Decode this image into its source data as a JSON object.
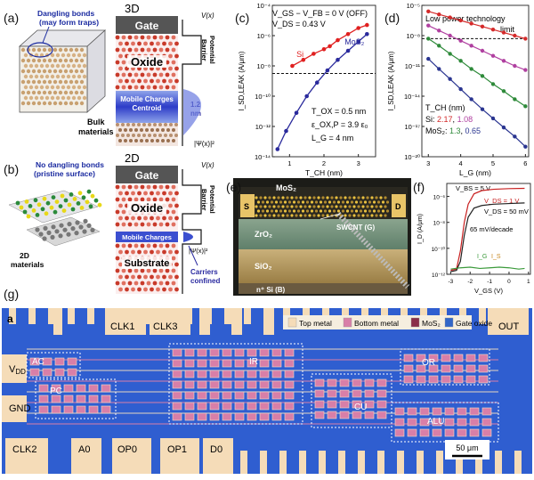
{
  "panels": {
    "a": {
      "label": "(a)",
      "bulk_callout": "Dangling bonds\n(may form traps)",
      "bulk_label": "Bulk\nmaterials",
      "stack_title": "3D",
      "gate": "Gate",
      "oxide": "Oxide",
      "barrier": "Potential\nBarrier",
      "vx": "V(x)",
      "mobile": "Mobile Charges\nCentroid",
      "thickness": "1.2\nnm",
      "psi": "|Ψ(x)|²"
    },
    "b": {
      "label": "(b)",
      "callout": "No dangling bonds\n(pristine surface)",
      "mat_label": "2D\nmaterials",
      "stack_title": "2D",
      "gate": "Gate",
      "oxide": "Oxide",
      "barrier": "Potential\nBarrier",
      "vx": "V(x)",
      "mobile": "Mobile Charges",
      "substrate": "Substrate",
      "psi": "|Ψ(x)|²",
      "confined": "Carriers\nconfined"
    },
    "c": {
      "label": "(c)",
      "annot_top": [
        "V_GS − V_FB = 0 V (OFF)",
        "V_DS = 0.43 V"
      ],
      "annot_params": [
        "T_OX = 0.5 nm",
        "ε_OX,P = 3.9 ε₀",
        "L_G = 4 nm"
      ]
    },
    "d": {
      "label": "(d)",
      "annot_limit": "Low power technology\nlimit",
      "annot_tch_title": "T_CH (nm)",
      "annot_si": "Si: 2.17, 1.08",
      "annot_mos2": "MoS₂: 1.3, 0.65"
    },
    "e": {
      "label": "(e)",
      "mos2": "MoS₂",
      "s": "S",
      "d": "D",
      "zro2": "ZrO₂",
      "swcnt": "SWCNT (G)",
      "sio2": "SiO₂",
      "nsi": "n⁺ Si (B)"
    },
    "f": {
      "label": "(f)",
      "vbs": "V_BS = 5 V",
      "vds1": "V_DS = 1 V",
      "vds2": "V_DS = 50 mV",
      "ss": "65 mV/decade",
      "ig": "I_G",
      "is": "I_S"
    },
    "g": {
      "label": "(g)",
      "sub": "a",
      "legend": [
        "Top metal",
        "Bottom metal",
        "MoS₂",
        "Gate oxide"
      ],
      "legend_colors": [
        "#f5dcb8",
        "#d87fa8",
        "#8a2e48",
        "#3266c8"
      ],
      "pads_top": [
        "CLK1",
        "CLK3",
        "OUT"
      ],
      "pads_left": [
        "V_DD",
        "GND"
      ],
      "pads_bottom": [
        "CLK2",
        "A0",
        "OP0",
        "OP1",
        "D0"
      ],
      "blocks": [
        "AC",
        "PC",
        "IR",
        "CU",
        "OR",
        "ALU"
      ],
      "scalebar": "50 μm"
    }
  },
  "chart_data": [
    {
      "type": "line",
      "panel": "c",
      "xlabel": "T_CH (nm)",
      "ylabel": "I_SD,LEAK (A/μm)",
      "xlim": [
        0.5,
        3.5
      ],
      "ylim_log10": [
        -14,
        -4
      ],
      "xticks": [
        1,
        2,
        3
      ],
      "yticks_log10": [
        -14,
        -12,
        -10,
        -8,
        -6,
        -4
      ],
      "ytick_labels": [
        "10⁻¹⁴",
        "10⁻¹²",
        "10⁻¹⁰",
        "10⁻⁸",
        "10⁻⁶",
        "10⁻⁴"
      ],
      "hline_log10": -8.5,
      "series": [
        {
          "name": "Si",
          "color": "#e02020",
          "x": [
            1.08,
            1.4,
            1.7,
            2.0,
            2.17,
            2.4,
            2.7,
            3.0,
            3.25
          ],
          "y_log10": [
            -8.0,
            -7.6,
            -7.2,
            -6.9,
            -6.7,
            -6.3,
            -5.9,
            -5.5,
            -5.3
          ]
        },
        {
          "name": "MoS₂",
          "color": "#2a2a9c",
          "x": [
            0.65,
            0.9,
            1.2,
            1.5,
            1.8,
            2.1,
            2.4,
            2.7,
            3.0,
            3.25
          ],
          "y_log10": [
            -13.5,
            -12.3,
            -11.1,
            -10.0,
            -9.1,
            -8.3,
            -7.6,
            -7.0,
            -6.4,
            -5.9
          ]
        }
      ]
    },
    {
      "type": "line",
      "panel": "d",
      "xlabel": "L_G (nm)",
      "ylabel": "I_SD,LEAK (A/μm)",
      "xlim": [
        2.8,
        6.1
      ],
      "ylim_log10": [
        -20,
        -5
      ],
      "xticks": [
        3,
        4,
        5,
        6
      ],
      "yticks_log10": [
        -20,
        -17,
        -14,
        -11,
        -8,
        -5
      ],
      "ytick_labels": [
        "10⁻²⁰",
        "10⁻¹⁷",
        "10⁻¹⁴",
        "10⁻¹¹",
        "10⁻⁸",
        "10⁻⁵"
      ],
      "hline_log10": -8.3,
      "x": [
        3.0,
        3.33,
        3.67,
        4.0,
        4.33,
        4.67,
        5.0,
        5.33,
        5.67,
        6.0
      ],
      "series": [
        {
          "color": "#d42a2a",
          "y_log10": [
            -5.6,
            -5.9,
            -6.2,
            -6.5,
            -6.8,
            -7.1,
            -7.4,
            -7.7,
            -8.0,
            -8.3
          ]
        },
        {
          "color": "#b040a0",
          "y_log10": [
            -7.0,
            -7.5,
            -8.0,
            -8.5,
            -9.0,
            -9.5,
            -10.0,
            -10.5,
            -11.0,
            -11.4
          ]
        },
        {
          "color": "#2e8a3a",
          "y_log10": [
            -8.3,
            -9.0,
            -9.8,
            -10.5,
            -11.3,
            -12.0,
            -12.8,
            -13.5,
            -14.3,
            -15.0
          ]
        },
        {
          "color": "#2a3590",
          "y_log10": [
            -10.3,
            -11.3,
            -12.3,
            -13.3,
            -14.3,
            -15.3,
            -16.2,
            -17.1,
            -18.0,
            -19.0
          ]
        }
      ]
    },
    {
      "type": "line",
      "panel": "f",
      "xlabel": "V_GS (V)",
      "ylabel": "I_D (A/μm)",
      "xlim": [
        -3.2,
        1.1
      ],
      "ylim_log10": [
        -12,
        -5
      ],
      "xticks": [
        -3,
        -2,
        -1,
        0,
        1
      ],
      "yticks_log10": [
        -12,
        -10,
        -8,
        -6
      ],
      "ytick_labels": [
        "10⁻¹²",
        "10⁻¹⁰",
        "10⁻⁸",
        "10⁻⁶"
      ],
      "series": [
        {
          "name": "V_DS = 1 V",
          "color": "#c82020",
          "x": [
            -3.0,
            -2.7,
            -2.5,
            -2.3,
            -2.1,
            -1.8,
            -1.4,
            -0.8,
            0,
            0.8
          ],
          "y_log10": [
            -11.7,
            -11.6,
            -10.2,
            -8.0,
            -6.6,
            -5.8,
            -5.55,
            -5.45,
            -5.4,
            -5.38
          ]
        },
        {
          "name": "V_DS = 50 mV",
          "color": "#222222",
          "x": [
            -3.0,
            -2.7,
            -2.5,
            -2.3,
            -2.1,
            -1.8,
            -1.4,
            -0.8,
            0,
            0.8
          ],
          "y_log10": [
            -11.8,
            -11.7,
            -11.0,
            -9.0,
            -7.6,
            -6.9,
            -6.7,
            -6.6,
            -6.55,
            -6.5
          ]
        },
        {
          "name": "I_G",
          "color": "#3a9a3a",
          "x": [
            -3.0,
            -2.5,
            -2.0,
            -1.5,
            -1.0,
            -0.5,
            0,
            0.5,
            0.8
          ],
          "y_log10": [
            -11.6,
            -11.5,
            -11.45,
            -11.55,
            -11.5,
            -11.45,
            -11.5,
            -11.6,
            -11.55
          ]
        }
      ]
    }
  ]
}
